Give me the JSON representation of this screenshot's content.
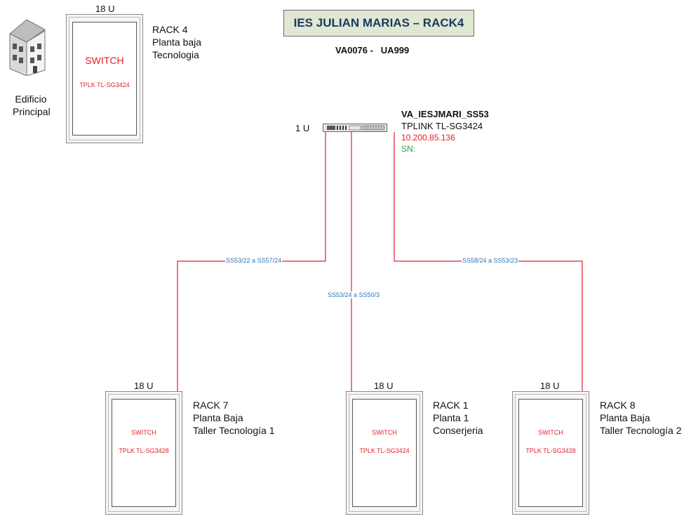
{
  "title": "IES JULIAN MARIAS – RACK4",
  "subtitle": "VA0076 -   UA999",
  "building": {
    "label_line1": "Edificio",
    "label_line2": "Principal",
    "icon": "building-icon"
  },
  "main_switch": {
    "units": "1 U",
    "name": "VA_IESJMARI_SS53",
    "model": "TPLINK TL-SG3424",
    "ip": "10.200.85.136",
    "sn": "SN:"
  },
  "racks": {
    "rack4": {
      "units": "18 U",
      "switch": "SWITCH",
      "model": "TPLK TL-SG3424",
      "line1": "RACK 4",
      "line2": "Planta baja",
      "line3": "Tecnologia"
    },
    "rack7": {
      "units": "18 U",
      "switch": "SWITCH",
      "model": "TPLK TL-SG3428",
      "line1": "RACK 7",
      "line2": "Planta Baja",
      "line3": "Taller Tecnología 1"
    },
    "rack1": {
      "units": "18 U",
      "switch": "SWITCH",
      "model": "TPLK TL-SG3424",
      "line1": "RACK 1",
      "line2": "Planta 1",
      "line3": "Conserjeria"
    },
    "rack8": {
      "units": "18 U",
      "switch": "SWITCH",
      "model": "TPLK TL-SG3428",
      "line1": "RACK 8",
      "line2": "Planta Baja",
      "line3": "Taller Tecnología 2"
    }
  },
  "links": {
    "left": "SS53/22 a SS57/24",
    "center": "SS53/24 a SS50/3",
    "right": "SS58/24 a SS53/23"
  },
  "colors": {
    "cable": "#e0202a",
    "link_label": "#2e75b6",
    "title_bg": "#dfe8d2",
    "title_text": "#1f3864",
    "sn": "#2f9e44"
  }
}
